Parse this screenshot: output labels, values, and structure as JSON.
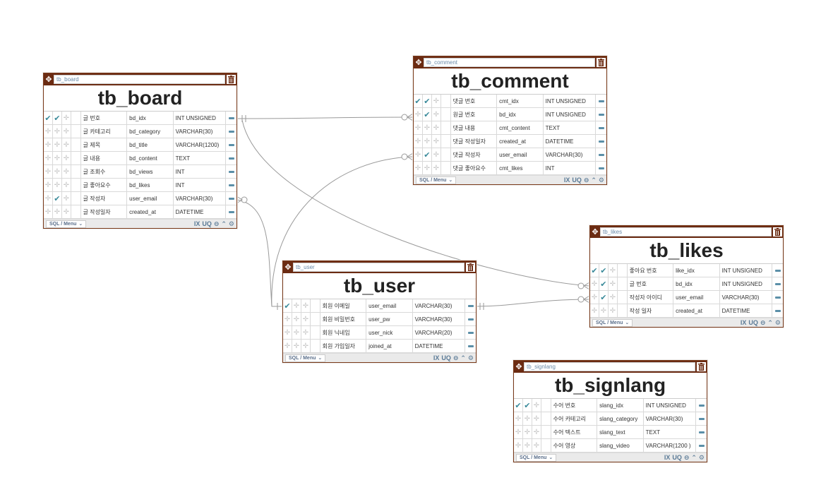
{
  "colors": {
    "header_bg": "#6b2b12",
    "check": "#3a8a9a",
    "minus": "#5b8fa8",
    "relation_line": "#9a9a9a",
    "footer_bg": "#eaeaea"
  },
  "footer": {
    "sql_menu_label": "SQL / Menu",
    "chevron_label": "⌄",
    "ix_label": "IX",
    "uq_label": "UQ"
  },
  "tables": [
    {
      "key": "tb_board",
      "name_input": "tb_board",
      "title": "tb_board",
      "columns": [
        {
          "label": "글 번호",
          "name": "bd_idx",
          "type": "INT UNSIGNED",
          "pk": true,
          "nn": true,
          "fk": false
        },
        {
          "label": "글 카테고리",
          "name": "bd_category",
          "type": "VARCHAR(30)",
          "pk": false,
          "nn": false,
          "fk": false
        },
        {
          "label": "글 제목",
          "name": "bd_title",
          "type": "VARCHAR(1200)",
          "pk": false,
          "nn": false,
          "fk": false
        },
        {
          "label": "글 내용",
          "name": "bd_content",
          "type": "TEXT",
          "pk": false,
          "nn": false,
          "fk": false
        },
        {
          "label": "글 조회수",
          "name": "bd_views",
          "type": "INT",
          "pk": false,
          "nn": false,
          "fk": false
        },
        {
          "label": "글 좋아요수",
          "name": "bd_likes",
          "type": "INT",
          "pk": false,
          "nn": false,
          "fk": false
        },
        {
          "label": "글 작성자",
          "name": "user_email",
          "type": "VARCHAR(30)",
          "pk": false,
          "nn": true,
          "fk": false
        },
        {
          "label": "글 작성일자",
          "name": "created_at",
          "type": "DATETIME",
          "pk": false,
          "nn": false,
          "fk": false
        }
      ]
    },
    {
      "key": "tb_comment",
      "name_input": "tb_comment",
      "title": "tb_comment",
      "columns": [
        {
          "label": "댓글 번호",
          "name": "cmt_idx",
          "type": "INT UNSIGNED",
          "pk": true,
          "nn": true,
          "fk": false
        },
        {
          "label": "원글 번호",
          "name": "bd_idx",
          "type": "INT UNSIGNED",
          "pk": false,
          "nn": true,
          "fk": false
        },
        {
          "label": "댓글 내용",
          "name": "cmt_content",
          "type": "TEXT",
          "pk": false,
          "nn": false,
          "fk": false
        },
        {
          "label": "댓글 작성일자",
          "name": "created_at",
          "type": "DATETIME",
          "pk": false,
          "nn": false,
          "fk": false
        },
        {
          "label": "댓글 작성자",
          "name": "user_email",
          "type": "VARCHAR(30)",
          "pk": false,
          "nn": true,
          "fk": false
        },
        {
          "label": "댓글 좋아요수",
          "name": "cmt_likes",
          "type": "INT",
          "pk": false,
          "nn": false,
          "fk": false
        }
      ]
    },
    {
      "key": "tb_user",
      "name_input": "tb_user",
      "title": "tb_user",
      "columns": [
        {
          "label": "회원 이메일",
          "name": "user_email",
          "type": "VARCHAR(30)",
          "pk": true,
          "nn": false,
          "fk": false
        },
        {
          "label": "회원 비밀번호",
          "name": "user_pw",
          "type": "VARCHAR(30)",
          "pk": false,
          "nn": false,
          "fk": false
        },
        {
          "label": "회원 닉네임",
          "name": "user_nick",
          "type": "VARCHAR(20)",
          "pk": false,
          "nn": false,
          "fk": false
        },
        {
          "label": "회원 가입일자",
          "name": "joined_at",
          "type": "DATETIME",
          "pk": false,
          "nn": false,
          "fk": false
        }
      ]
    },
    {
      "key": "tb_likes",
      "name_input": "tb_likes",
      "title": "tb_likes",
      "columns": [
        {
          "label": "좋아요 번호",
          "name": "like_idx",
          "type": "INT UNSIGNED",
          "pk": true,
          "nn": true,
          "fk": false
        },
        {
          "label": "글 번호",
          "name": "bd_idx",
          "type": "INT UNSIGNED",
          "pk": false,
          "nn": true,
          "fk": false
        },
        {
          "label": "작성자 아이디",
          "name": "user_email",
          "type": "VARCHAR(30)",
          "pk": false,
          "nn": true,
          "fk": false
        },
        {
          "label": "작성 일자",
          "name": "created_at",
          "type": "DATETIME",
          "pk": false,
          "nn": false,
          "fk": false
        }
      ]
    },
    {
      "key": "tb_signlang",
      "name_input": "tb_signlang",
      "title": "tb_signlang",
      "columns": [
        {
          "label": "수어 번호",
          "name": "slang_idx",
          "type": "INT UNSIGNED",
          "pk": true,
          "nn": true,
          "fk": false
        },
        {
          "label": "수어 카테고리",
          "name": "slang_category",
          "type": "VARCHAR(30)",
          "pk": false,
          "nn": false,
          "fk": false
        },
        {
          "label": "수어 텍스트",
          "name": "slang_text",
          "type": "TEXT",
          "pk": false,
          "nn": false,
          "fk": false
        },
        {
          "label": "수어 영상",
          "name": "slang_video",
          "type": "VARCHAR(1200 )",
          "pk": false,
          "nn": false,
          "fk": false
        }
      ]
    }
  ]
}
